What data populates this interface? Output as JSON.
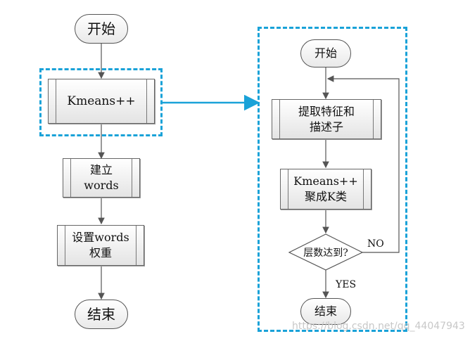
{
  "left_flow": {
    "start": "开始",
    "kmeans": "Kmeans++",
    "build_words": "建立\nwords",
    "set_weight": "设置words\n权重",
    "end": "结束"
  },
  "right_flow": {
    "start": "开始",
    "extract": "提取特征和\n描述子",
    "cluster": "Kmeans++\n聚成K类",
    "decision": "层数达到?",
    "no_label": "NO",
    "yes_label": "YES",
    "end": "结束"
  },
  "watermark": "https://blog.csdn.net/qq_44047943",
  "colors": {
    "accent_dashed": "#1aa2d8",
    "arrow": "#555555"
  }
}
